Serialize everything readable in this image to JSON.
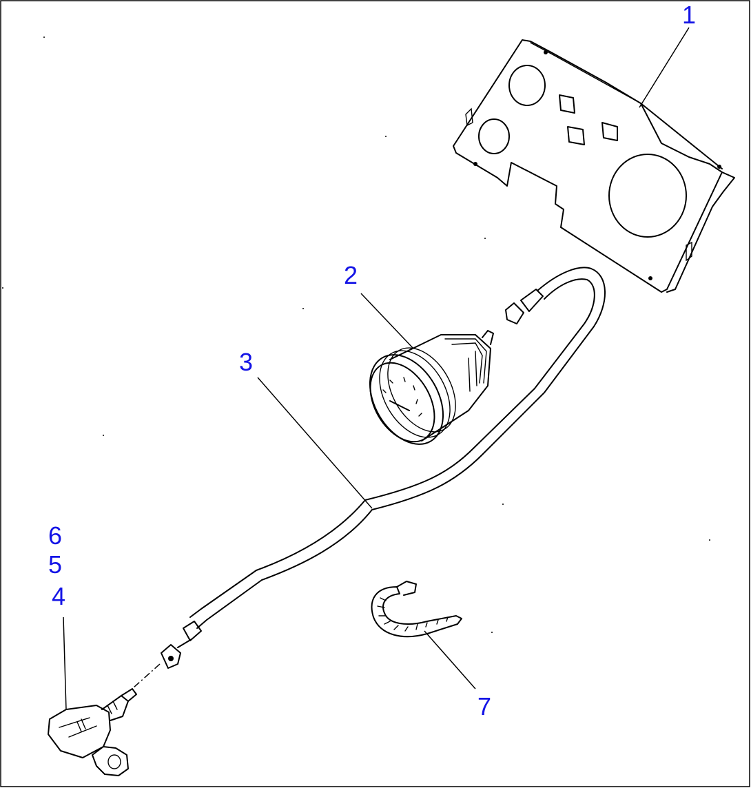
{
  "callouts": {
    "c1": "1",
    "c2": "2",
    "c3": "3",
    "c4": "4",
    "c5": "5",
    "c6": "6",
    "c7": "7"
  },
  "colors": {
    "callout": "#1414e6",
    "line": "#000000",
    "background": "#ffffff"
  }
}
